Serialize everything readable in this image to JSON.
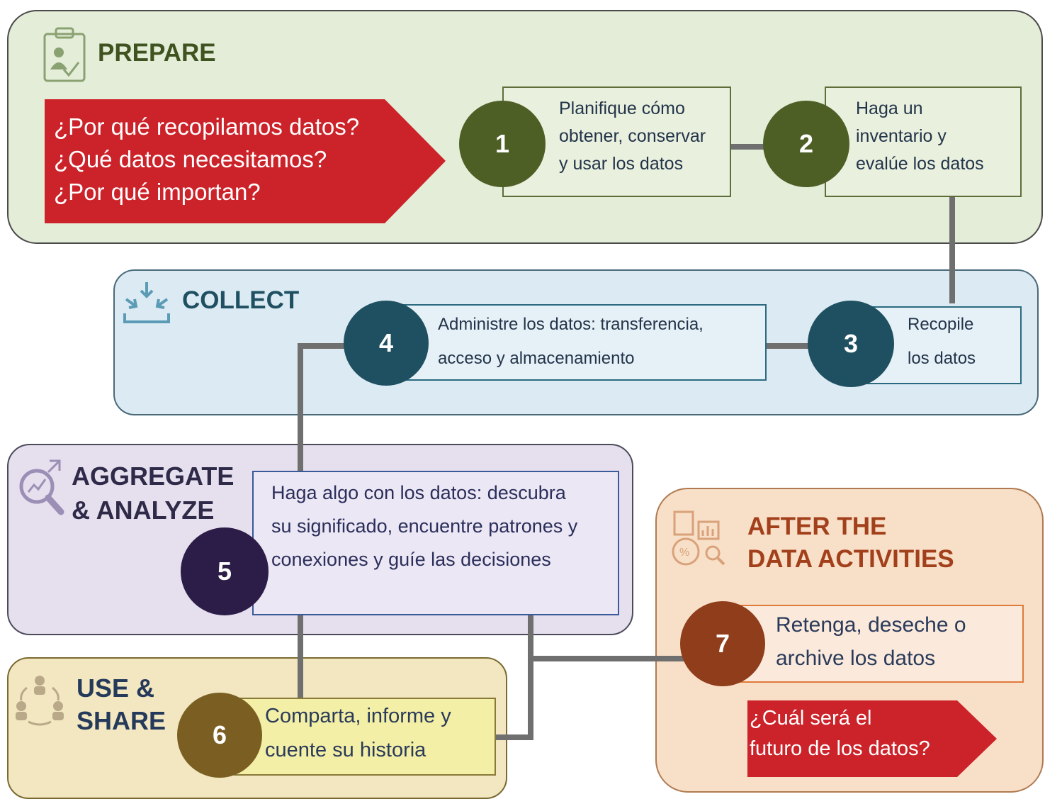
{
  "prepare": {
    "title": "PREPARE",
    "questions": [
      "¿Por qué recopilamos datos?",
      "¿Qué datos necesitamos?",
      "¿Por qué importan?"
    ],
    "step1": {
      "number": "1",
      "lines": [
        "Planifique cómo",
        "obtener, conservar",
        "y usar los datos"
      ]
    },
    "step2": {
      "number": "2",
      "lines": [
        "Haga un",
        "inventario y",
        "evalúe los datos"
      ]
    }
  },
  "collect": {
    "title": "COLLECT",
    "step3": {
      "number": "3",
      "lines": [
        "Recopile",
        "los datos"
      ]
    },
    "step4": {
      "number": "4",
      "lines": [
        "Administre los datos: transferencia,",
        "acceso y almacenamiento"
      ]
    }
  },
  "analyze": {
    "title_lines": [
      "AGGREGATE",
      "& ANALYZE"
    ],
    "step5": {
      "number": "5",
      "lines": [
        "Haga algo con los datos: descubra",
        "su significado, encuentre patrones y",
        "conexiones y guíe las decisiones"
      ]
    }
  },
  "share": {
    "title_lines": [
      "USE &",
      "SHARE"
    ],
    "step6": {
      "number": "6",
      "lines": [
        "Comparta, informe y",
        "cuente su historia"
      ]
    }
  },
  "after": {
    "title_lines": [
      "AFTER THE",
      "DATA ACTIVITIES"
    ],
    "step7": {
      "number": "7",
      "lines": [
        "Retenga, deseche o",
        "archive los datos"
      ]
    },
    "question_lines": [
      "¿Cuál será el",
      "futuro de los datos?"
    ]
  },
  "colors": {
    "green_circle": "#4e5f26",
    "teal_circle": "#1f5062",
    "purple_circle": "#2c1c48",
    "olive_circle": "#7a5e22",
    "rust_circle": "#8f3d1a",
    "red_arrow": "#cc2229",
    "prepare_title": "#3e5320",
    "collect_title": "#1f5062",
    "analyze_title": "#2e2a48",
    "share_title": "#253a5a",
    "after_title": "#a3401c"
  }
}
